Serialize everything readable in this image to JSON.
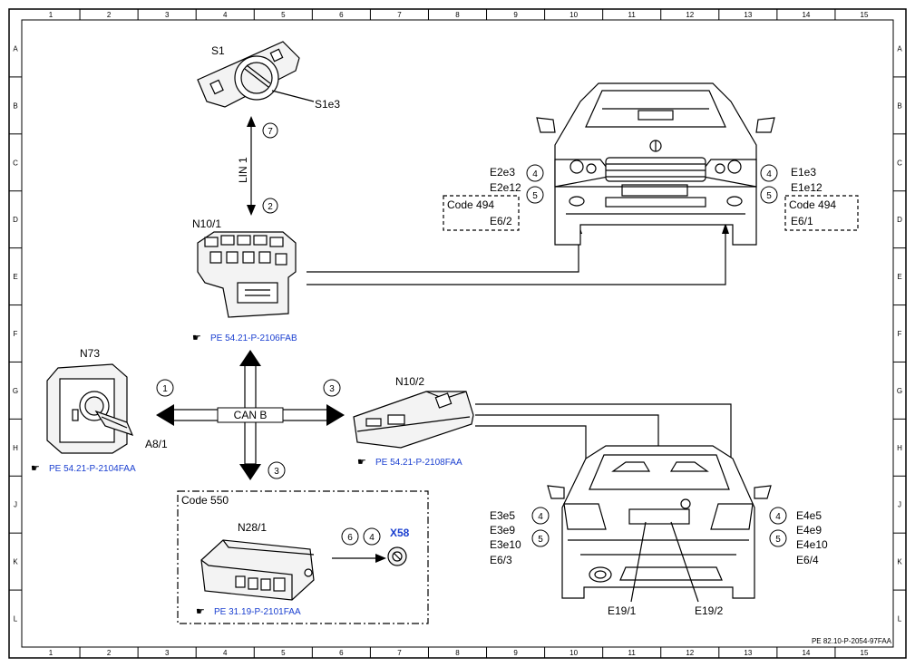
{
  "grid": {
    "columns": [
      "1",
      "2",
      "3",
      "4",
      "5",
      "6",
      "7",
      "8",
      "9",
      "10",
      "11",
      "12",
      "13",
      "14",
      "15"
    ],
    "rows": [
      "A",
      "B",
      "C",
      "D",
      "E",
      "F",
      "G",
      "H",
      "J",
      "K",
      "L"
    ]
  },
  "components": {
    "s1": "S1",
    "s1e3": "S1e3",
    "n10_1": "N10/1",
    "n10_2": "N10/2",
    "n73": "N73",
    "a8_1": "A8/1",
    "n28_1": "N28/1",
    "x58": "X58",
    "e19_1": "E19/1",
    "e19_2": "E19/2"
  },
  "bus": {
    "lin1": "LIN 1",
    "canb": "CAN B"
  },
  "codes": {
    "code494_left": "Code 494",
    "code494_right": "Code 494",
    "code550": "Code 550"
  },
  "front_left": {
    "e2e3": "E2e3",
    "e2e12": "E2e12",
    "e6_2": "E6/2"
  },
  "front_right": {
    "e1e3": "E1e3",
    "e1e12": "E1e12",
    "e6_1": "E6/1"
  },
  "rear_left": {
    "e3e5": "E3e5",
    "e3e9": "E3e9",
    "e3e10": "E3e10",
    "e6_3": "E6/3"
  },
  "rear_right": {
    "e4e5": "E4e5",
    "e4e9": "E4e9",
    "e4e10": "E4e10",
    "e6_4": "E6/4"
  },
  "circled_numbers": {
    "lin_top": "7",
    "lin_bottom": "2",
    "can_left": "1",
    "can_right": "3",
    "can_down": "3",
    "x58_a": "6",
    "x58_b": "4",
    "front_l_1": "4",
    "front_l_2": "5",
    "front_r_1": "4",
    "front_r_2": "5",
    "rear_l_1": "4",
    "rear_l_2": "5",
    "rear_r_1": "4",
    "rear_r_2": "5"
  },
  "references": {
    "n10_1": "PE 54.21-P-2106FAB",
    "n10_2": "PE 54.21-P-2108FAA",
    "n73": "PE 54.21-P-2104FAA",
    "n28_1": "PE 31.19-P-2101FAA"
  },
  "footer": {
    "doc_id": "PE 82.10-P-2054-97FAA"
  }
}
